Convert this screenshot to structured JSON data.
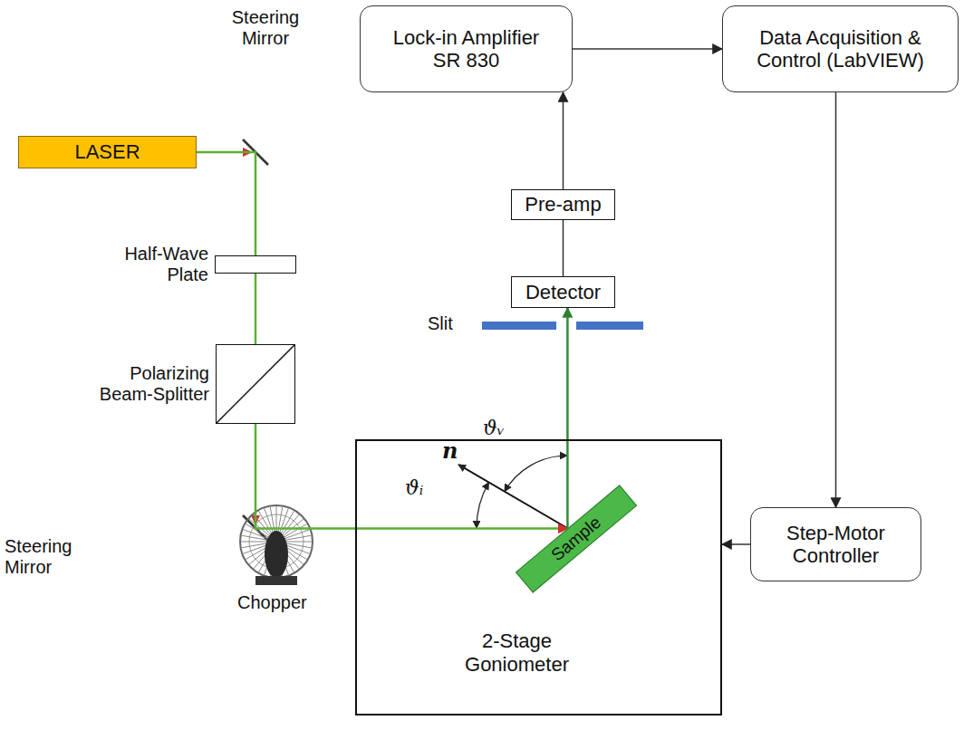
{
  "diagram": {
    "nodes": [
      {
        "text": [
          "LASER"
        ]
      },
      {
        "text": [
          "Half-Wave Plate"
        ]
      },
      {
        "text": [
          "Polarizing Beam-Splitter"
        ]
      },
      {
        "text": [
          "Lock-in Amplifier SR 830"
        ]
      },
      {
        "text": [
          "Data Acquisition & Control (LabVIEW)"
        ]
      },
      {
        "text": [
          "Pre-amp"
        ]
      },
      {
        "text": [
          "Detector"
        ]
      },
      {
        "text": [
          "2-Stage Goniometer"
        ]
      },
      {
        "text": [
          "Sample"
        ],
        "in": 7
      },
      {
        "text": [
          "Step-Motor Controller"
        ]
      }
    ],
    "edges": [
      {
        "from": 0,
        "to": 1,
        "arrow": "none"
      },
      {
        "from": 1,
        "to": 2,
        "arrow": "none"
      },
      {
        "from": 2,
        "to": 8,
        "arrow": "to"
      },
      {
        "from": 8,
        "to": 6,
        "arrow": "to"
      },
      {
        "from": 6,
        "to": 5,
        "arrow": "none"
      },
      {
        "from": 5,
        "to": 3,
        "arrow": "to"
      },
      {
        "from": 3,
        "to": 4,
        "arrow": "to"
      },
      {
        "from": 4,
        "to": 9,
        "arrow": "to"
      },
      {
        "from": 9,
        "to": 7,
        "arrow": "to"
      }
    ],
    "labels": [
      "Steering Mirror",
      "Steering Mirror",
      "Chopper",
      "Slit",
      "n",
      "ϑᵥ",
      "ϑᵢ"
    ]
  }
}
